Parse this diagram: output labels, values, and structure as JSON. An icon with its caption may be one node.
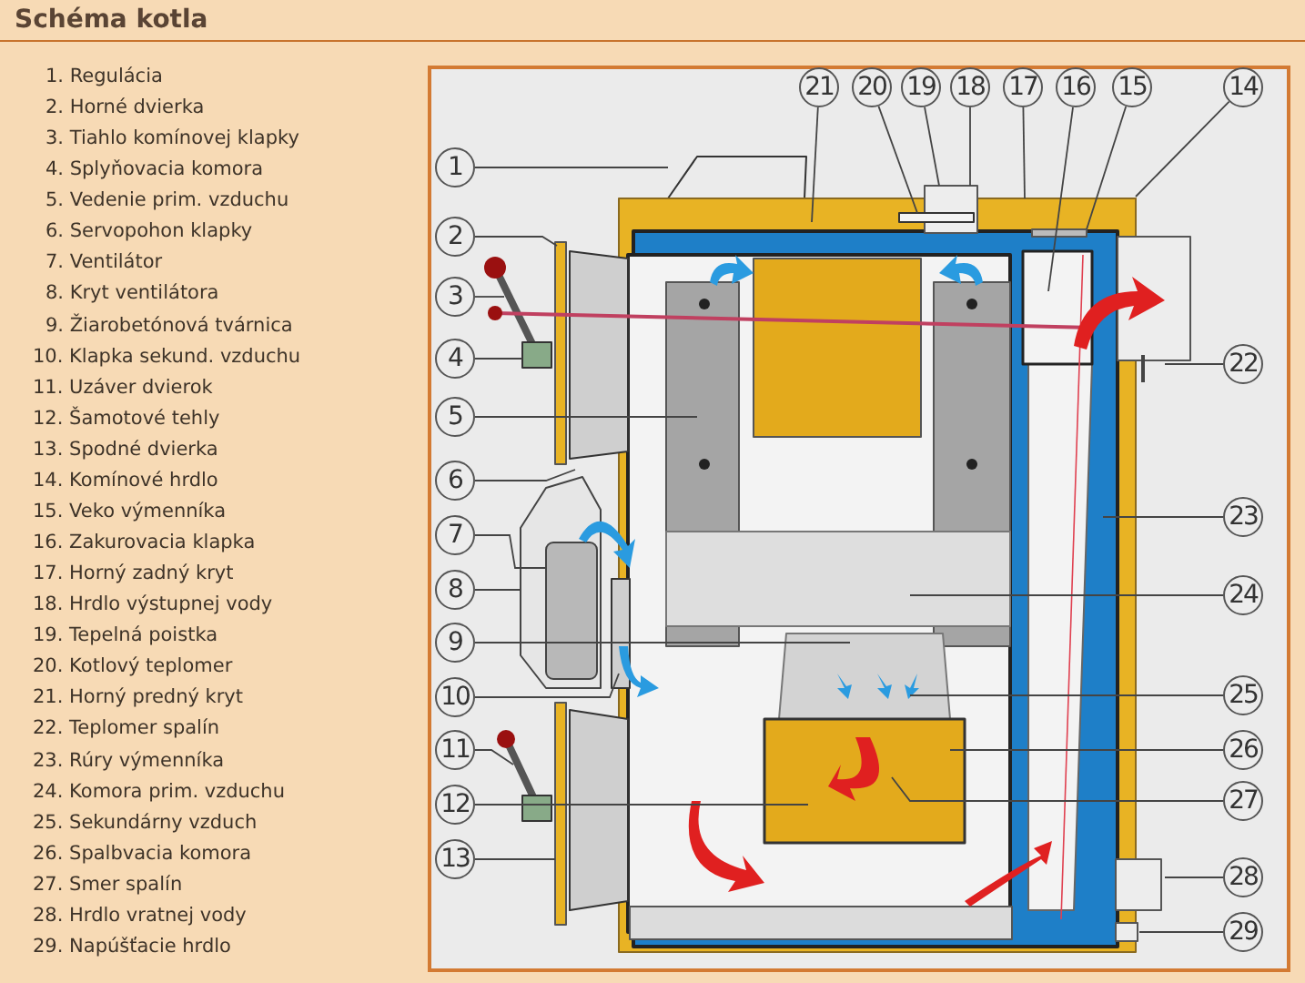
{
  "diagram": {
    "title": "Schéma kotla",
    "nodes": [
      {
        "text": [
          "1"
        ]
      },
      {
        "text": [
          "2"
        ]
      },
      {
        "text": [
          "3"
        ]
      },
      {
        "text": [
          "4"
        ]
      },
      {
        "text": [
          "5"
        ]
      },
      {
        "text": [
          "6"
        ]
      },
      {
        "text": [
          "7"
        ]
      },
      {
        "text": [
          "8"
        ]
      },
      {
        "text": [
          "9"
        ]
      },
      {
        "text": [
          "10"
        ]
      },
      {
        "text": [
          "11"
        ]
      },
      {
        "text": [
          "12"
        ]
      },
      {
        "text": [
          "13"
        ]
      },
      {
        "text": [
          "14"
        ]
      },
      {
        "text": [
          "15"
        ]
      },
      {
        "text": [
          "16"
        ]
      },
      {
        "text": [
          "17"
        ]
      },
      {
        "text": [
          "18"
        ]
      },
      {
        "text": [
          "19"
        ]
      },
      {
        "text": [
          "20"
        ]
      },
      {
        "text": [
          "21"
        ]
      },
      {
        "text": [
          "22"
        ]
      },
      {
        "text": [
          "23"
        ]
      },
      {
        "text": [
          "24"
        ]
      },
      {
        "text": [
          "25"
        ]
      },
      {
        "text": [
          "26"
        ]
      },
      {
        "text": [
          "27"
        ]
      },
      {
        "text": [
          "28"
        ]
      },
      {
        "text": [
          "29"
        ]
      }
    ],
    "edges": [
      {
        "from": 0,
        "to": null,
        "arrow": "none"
      },
      {
        "from": 1,
        "to": null,
        "arrow": "none"
      },
      {
        "from": 2,
        "to": null,
        "arrow": "none"
      },
      {
        "from": 3,
        "to": null,
        "arrow": "none"
      },
      {
        "from": 4,
        "to": null,
        "arrow": "none"
      },
      {
        "from": 5,
        "to": null,
        "arrow": "none"
      },
      {
        "from": 6,
        "to": null,
        "arrow": "none"
      },
      {
        "from": 7,
        "to": null,
        "arrow": "none"
      },
      {
        "from": 8,
        "to": null,
        "arrow": "none"
      },
      {
        "from": 9,
        "to": null,
        "arrow": "none"
      },
      {
        "from": 10,
        "to": null,
        "arrow": "none"
      },
      {
        "from": 11,
        "to": null,
        "arrow": "none"
      },
      {
        "from": 12,
        "to": null,
        "arrow": "none"
      },
      {
        "from": 13,
        "to": null,
        "arrow": "none"
      },
      {
        "from": 14,
        "to": null,
        "arrow": "none"
      },
      {
        "from": 15,
        "to": null,
        "arrow": "none"
      },
      {
        "from": 16,
        "to": null,
        "arrow": "none"
      },
      {
        "from": 17,
        "to": null,
        "arrow": "none"
      },
      {
        "from": 18,
        "to": null,
        "arrow": "none"
      },
      {
        "from": 19,
        "to": null,
        "arrow": "none"
      },
      {
        "from": 20,
        "to": null,
        "arrow": "none"
      },
      {
        "from": 21,
        "to": null,
        "arrow": "none"
      },
      {
        "from": 22,
        "to": null,
        "arrow": "none"
      },
      {
        "from": 23,
        "to": null,
        "arrow": "none"
      },
      {
        "from": 24,
        "to": null,
        "arrow": "none"
      },
      {
        "from": 25,
        "to": null,
        "arrow": "none"
      },
      {
        "from": 26,
        "to": null,
        "arrow": "none"
      },
      {
        "from": 27,
        "to": null,
        "arrow": "none"
      },
      {
        "from": 28,
        "to": null,
        "arrow": "none"
      }
    ],
    "labels": [
      "1. Regulácia",
      "2. Horné dvierka",
      "3. Tiahlo komínovej klapky",
      "4. Splyňovacia komora",
      "5. Vedenie prim. vzduchu",
      "6. Servopohon klapky",
      "7. Ventilátor",
      "8. Kryt ventilátora",
      "9. Žiarobetónová tvárnica",
      "10. Klapka sekund. vzduchu",
      "11. Uzáver dvierok",
      "12. Šamotové tehly",
      "13. Spodné dvierka",
      "14. Komínové hrdlo",
      "15. Veko výmenníka",
      "16. Zakurovacia klapka",
      "17. Horný zadný kryt",
      "18. Hrdlo výstupnej vody",
      "19. Tepelná poistka",
      "20. Kotlový teplomer",
      "21. Horný predný kryt",
      "22. Teplomer spalín",
      "23. Rúry výmenníka",
      "24. Komora prim. vzduchu",
      "25. Sekundárny vzduch",
      "26. Spalbvacia komora",
      "27. Smer spalín",
      "28. Hrdlo vratnej vody",
      "29. Napúšťacie hrdlo"
    ]
  }
}
